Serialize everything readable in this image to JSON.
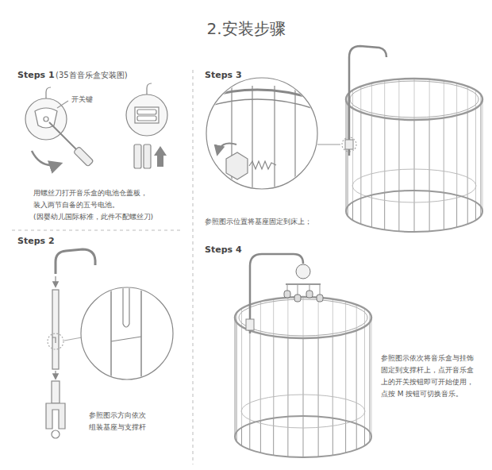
{
  "diagram": {
    "title": "2.安装步骤",
    "labels": [
      "Steps 1",
      "(35首音乐盒安装图)",
      "开关键",
      "用螺丝刀打开音乐盒的电池仓盖板， 装入两节自备的五号电池。 (因婴幼儿国际标准，此件不配螺丝刀)",
      "Steps 2",
      "参照图示方向依次 组装基座与支撑杆",
      "Steps 3",
      "参照图示位置将基座固定到床上；",
      "Steps 4",
      "参照图示依次将音乐盒与挂饰 固定到支撑杆上，点开音乐盒 上的开关按钮即可开始使用， 点按 M 按钮可切换音乐。"
    ]
  }
}
